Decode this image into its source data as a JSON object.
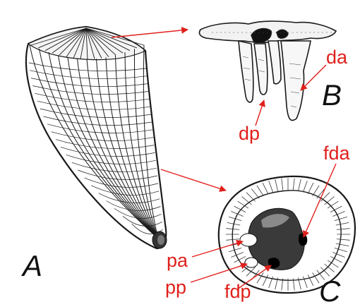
{
  "panels": {
    "a": {
      "letter": "A"
    },
    "b": {
      "letter": "B"
    },
    "c": {
      "letter": "C"
    }
  },
  "labels": {
    "da": "da",
    "dp": "dp",
    "fda": "fda",
    "pa": "pa",
    "pp": "pp",
    "fdp": "fdp"
  },
  "colors": {
    "annotation": "#e0201b",
    "ink": "#1a1a1a",
    "paper": "#ffffff"
  }
}
